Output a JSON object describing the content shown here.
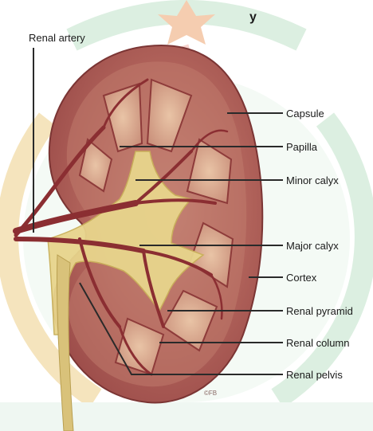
{
  "labels": {
    "renal_artery": "Renal artery",
    "capsule": "Capsule",
    "papilla": "Papilla",
    "minor_calyx": "Minor calyx",
    "major_calyx": "Major calyx",
    "cortex": "Cortex",
    "renal_pyramid": "Renal pyramid",
    "renal_column": "Renal column",
    "renal_pelvis": "Renal pelvis"
  },
  "header_fragment": "y",
  "copyright": "©FB",
  "colors": {
    "kidney": "#a8524e",
    "cortex": "#c17a6c",
    "pelvis_yellow": "#e6d48a",
    "artery": "#8e2f33",
    "watermark_green": "#d6ecdc",
    "watermark_gold": "#f6e4b8",
    "watermark_red": "#f8d4d0"
  }
}
